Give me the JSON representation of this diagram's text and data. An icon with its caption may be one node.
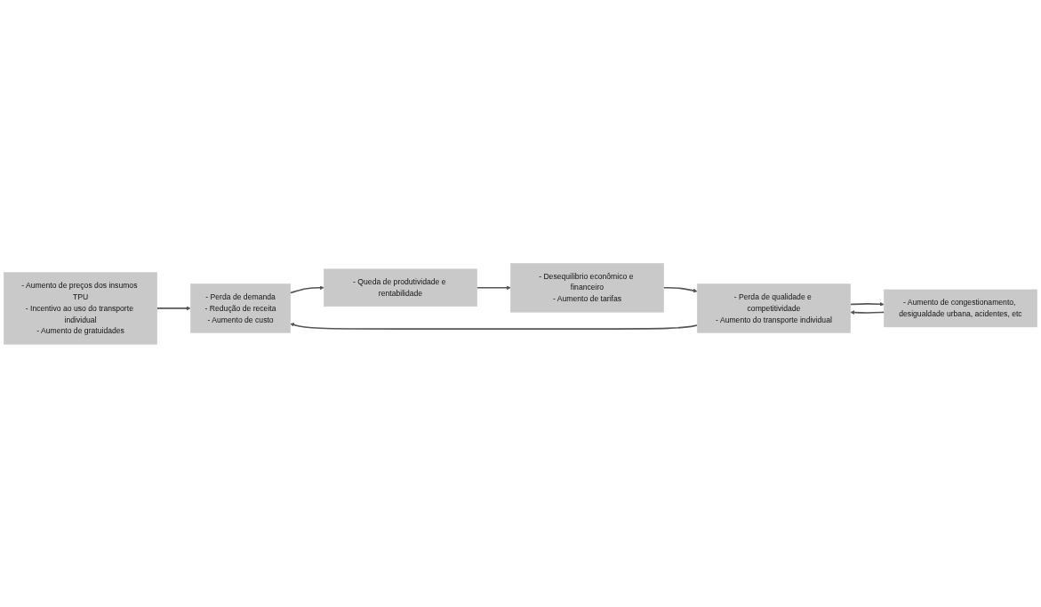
{
  "diagram": {
    "nodes": [
      {
        "text": [
          "- Aumento de preços dos insumos TPU",
          "- Incentivo ao uso do transporte individual",
          "- Aumento de gratuidades"
        ]
      },
      {
        "text": [
          "- Perda de demanda",
          "- Redução de receita",
          "- Aumento de custo"
        ]
      },
      {
        "text": [
          "- Queda de produtividade e rentabilidade"
        ]
      },
      {
        "text": [
          "- Desequilibrio econômico e financeiro",
          "- Aumento de tarifas"
        ]
      },
      {
        "text": [
          "- Perda de qualidade e competitividade",
          "- Aumento do transporte individual"
        ]
      },
      {
        "text": [
          "- Aumento de congestionamento, desigualdade urbana, acidentes, etc"
        ]
      }
    ],
    "edges": [
      {
        "from": 0,
        "to": 1,
        "arrow": "to"
      },
      {
        "from": 1,
        "to": 2,
        "arrow": "to"
      },
      {
        "from": 2,
        "to": 3,
        "arrow": "to"
      },
      {
        "from": 3,
        "to": 4,
        "arrow": "to"
      },
      {
        "from": 4,
        "to": 1,
        "arrow": "to"
      },
      {
        "from": 5,
        "to": 4,
        "arrow": "to"
      },
      {
        "from": 4,
        "to": 5,
        "arrow": "to"
      }
    ]
  }
}
